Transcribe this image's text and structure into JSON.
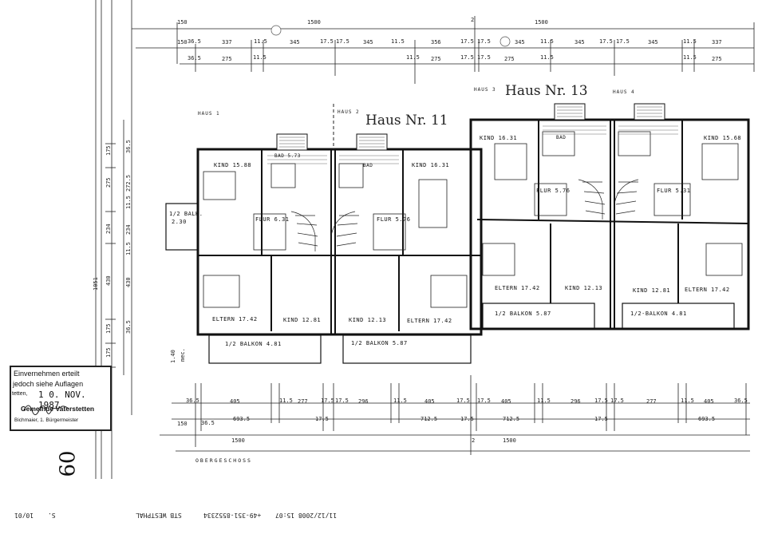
{
  "houses": {
    "haus11_label": "Haus Nr. 11",
    "haus13_label": "Haus Nr. 13",
    "haus_1": "HAUS 1",
    "haus_2": "HAUS 2",
    "haus_3": "HAUS 3",
    "haus_4": "HAUS 4"
  },
  "floor_label": "OBERGESCHOSS",
  "rooms": {
    "kind_1": "KIND 15.88",
    "bad_1": "BAD 5.73",
    "bad_2": "BAD",
    "kind_2": "KIND 16.31",
    "kind_3": "KIND 16.31",
    "bad_3": "BAD",
    "kind_4": "KIND 15.68",
    "flur_1": "FLUR 6.31",
    "flur_2": "FLUR 5.76",
    "flur_3": "FLUR 5.76",
    "flur_4": "FLUR 5.31",
    "balk_side": "1/2 BALK.",
    "balk_side_area": "2.30",
    "eltern_1": "ELTERN 17.42",
    "kind_5": "KIND 12.81",
    "kind_6": "KIND 12.13",
    "eltern_2": "ELTERN 17.42",
    "eltern_3": "ELTERN 17.42",
    "kind_7": "KIND 12.13",
    "kind_8": "KIND 12.81",
    "eltern_4": "ELTERN 17.42",
    "balkon_1": "1/2 BALKON 4.81",
    "balkon_2": "1/2 BALKON 5.87",
    "balkon_3": "1/2 BALKON 5.87",
    "balkon_4": "1/2-BALKON 4.81"
  },
  "dims_top": {
    "r1": [
      "150",
      "1500",
      "2",
      "1500"
    ],
    "r2": [
      "150",
      "36.5",
      "337",
      "11.5",
      "345",
      "17.5",
      "17.5",
      "345",
      "11.5",
      "356",
      "17.5",
      "17.5",
      "345",
      "11.5",
      "345",
      "17.5",
      "17.5",
      "345",
      "11.5",
      "337"
    ],
    "r3": [
      "36.5",
      "275",
      "11.5",
      "11.5",
      "275",
      "17.5",
      "17.5",
      "275",
      "11.5",
      "11.5",
      "275"
    ]
  },
  "dims_bottom": {
    "r1": [
      "36.5",
      "405",
      "11.5",
      "277",
      "17.5",
      "17.5",
      "296",
      "11.5",
      "405",
      "17.5",
      "17.5",
      "405",
      "11.5",
      "296",
      "17.5",
      "17.5",
      "277",
      "11.5",
      "405",
      "36.5"
    ],
    "r2": [
      "150",
      "36.5",
      "693.5",
      "17.5",
      "712.5",
      "17.5",
      "712.5",
      "17.5",
      "693.5"
    ],
    "r3": [
      "1500",
      "2",
      "1500"
    ]
  },
  "dims_left": {
    "outer": "1051",
    "col1": [
      "175",
      "275",
      "234",
      "430",
      "175",
      "175",
      "1.40"
    ],
    "col2": [
      "36.5",
      "272.5",
      "11.5",
      "234",
      "11.5",
      "430",
      "36.5"
    ]
  },
  "small_labels": {
    "mec": "mec."
  },
  "stamp": {
    "line1": "Einvernehmen erteilt",
    "line2": "jedoch siehe Auflagen",
    "line3_prefix": "tetten,",
    "date": "1 0. NOV. 1987",
    "line4": "Gemeinde Vaterstetten",
    "line5": "Bichmaier, 1. Bürgermeister"
  },
  "handwritten_number": "09",
  "fax_line": {
    "left": "10/01",
    "mid": "S.",
    "sender": "STB WESTPHAL",
    "phone": "+49-351-8552334",
    "datetime": "11/12/2008 15:07"
  }
}
